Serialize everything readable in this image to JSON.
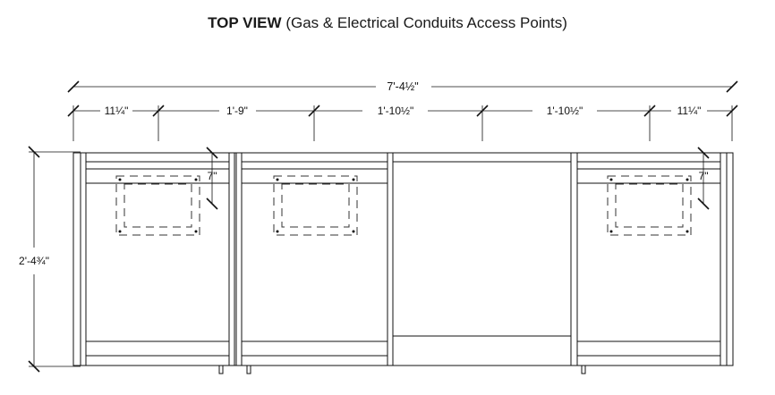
{
  "title": {
    "main": "TOP VIEW",
    "sub": "(Gas & Electrical Conduits Access Points)"
  },
  "dimensions": {
    "overall_width": "7'-4½\"",
    "segments": [
      "11¼\"",
      "1'-9\"",
      "1'-10½\"",
      "1'-10½\"",
      "11¼\""
    ],
    "depth": "2'-4¾\"",
    "cutout_offset_left": "7\"",
    "cutout_offset_right": "7\""
  },
  "colors": {
    "line": "#111111",
    "dash": "#333333"
  }
}
